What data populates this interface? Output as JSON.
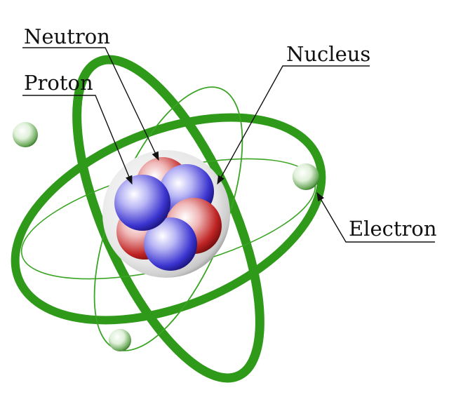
{
  "labels": {
    "neutron": "Neutron",
    "proton": "Proton",
    "nucleus": "Nucleus",
    "electron": "Electron"
  },
  "colors": {
    "orbit": "#2f9a1a",
    "electron": "#5aa83a",
    "proton": "#2a23b8",
    "neutron": "#b31c1c",
    "nucleus_shell": "#b8b8b8"
  }
}
